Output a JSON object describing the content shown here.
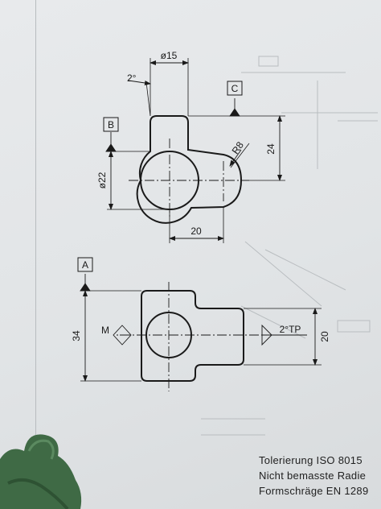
{
  "drawing": {
    "side_view": {
      "diameter_top": "ø15",
      "angle": "2°",
      "datum_c": "C",
      "datum_b": "B",
      "diameter_left": "ø22",
      "radius": "R8",
      "height": "24",
      "width": "20"
    },
    "top_view": {
      "datum_a": "A",
      "height": "34",
      "parting_label": "M",
      "taper_note": "2°TP",
      "right_dim": "20"
    }
  },
  "footer": {
    "line1": "Tolerierung ISO 8015",
    "line2": "Nicht bemasste Radie",
    "line3": "Formschräge EN 1289"
  },
  "colors": {
    "paper": "#e4e6e8",
    "ink": "#1a1a1a",
    "model_green": "#3f6a45"
  }
}
